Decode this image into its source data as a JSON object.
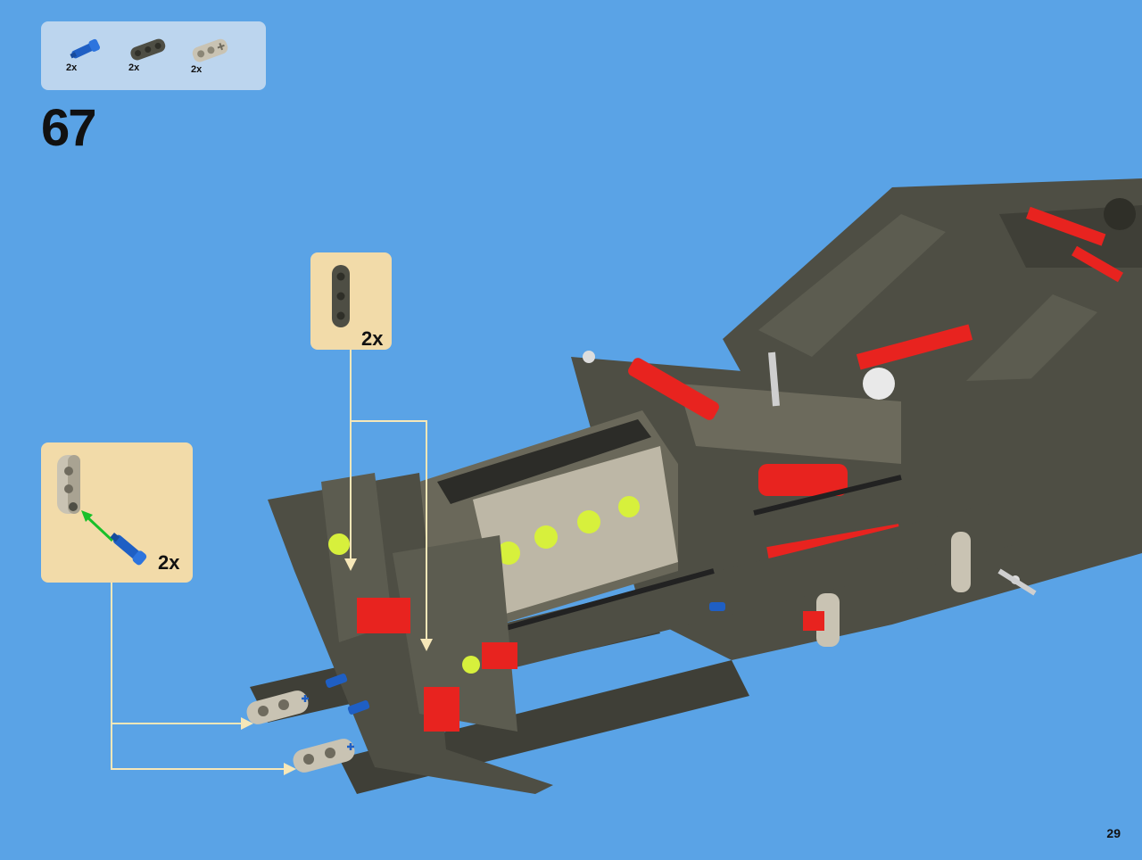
{
  "parts_list": {
    "items": [
      {
        "name": "blue-axle-pin",
        "qty": "2x",
        "color": "#1f5fc4"
      },
      {
        "name": "dark-grey-beam",
        "qty": "2x",
        "color": "#4e4e44"
      },
      {
        "name": "light-grey-connector",
        "qty": "2x",
        "color": "#c9c3b3"
      }
    ]
  },
  "step": {
    "number": "67"
  },
  "callouts": [
    {
      "qty": "2x",
      "part": "dark-grey-beam"
    },
    {
      "qty": "2x",
      "part": "light-grey-connector-with-blue-pin"
    }
  ],
  "colors": {
    "background": "#5aa3e6",
    "callout": "#f2dba9",
    "parts_panel": "#bcd5ee",
    "model_dark": "#4e4e44",
    "model_red": "#e8231f",
    "model_lime": "#d7f03c",
    "arrow": "#f6e7b8"
  },
  "page": {
    "number": "29"
  }
}
